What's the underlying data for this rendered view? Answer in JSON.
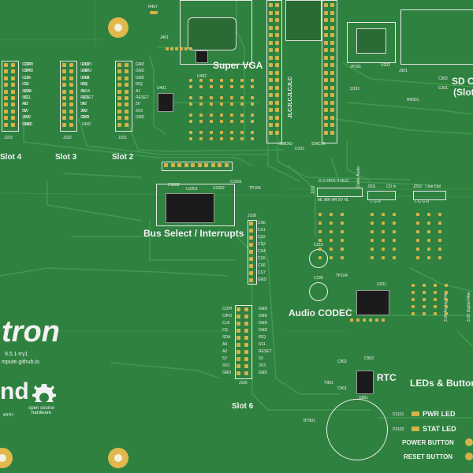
{
  "board": {
    "colors": {
      "substrate": "#2f8140",
      "trace": "#3f9a4f",
      "pad": "#d6b24a",
      "silk": "#f2f2f2"
    },
    "title_fragment": "tron",
    "version_text": "9.5.1-try1",
    "url_text": "mpute.github.io",
    "logo_fragment": "nd",
    "logo_sub": "WITH",
    "oshw_text": "open source\nhardware"
  },
  "sections": {
    "slot4": "Slot 4",
    "slot3": "Slot 3",
    "slot2": "Slot 2",
    "slot6": "Slot 6",
    "super_vga": "Super VGA",
    "sd_card": "SD C",
    "sd_slot": "(Slot",
    "bus_select": "Bus Select / Interrupts",
    "audio_codec": "Audio CODEC",
    "rtc": "RTC",
    "leds_buttons": "LEDs & Buttons",
    "pwr_led": "PWR LED",
    "stat_led": "STAT LED",
    "power_button": "POWER BUTTON",
    "reset_button": "RESET BUTTON"
  },
  "slot_pins_left": [
    "GND",
    "GND",
    "GND",
    "IRQ",
    "A1",
    "RESET",
    "5V",
    "3V3",
    "GND"
  ],
  "slot_pins_right": [
    "COPI",
    "CIPO",
    "CLK",
    "CS",
    "SDA",
    "SCL",
    "A2",
    "5V",
    "3V3",
    "GND"
  ],
  "slot6_pins_left": [
    "COPI",
    "CIPO",
    "CLK",
    "CS",
    "SDA",
    "A0",
    "A2",
    "5V",
    "3V3",
    "GND"
  ],
  "slot6_pins_right": [
    "GND",
    "GND",
    "GND",
    "GND",
    "IRQ",
    "SCL",
    "RESET",
    "5V",
    "3V3",
    "GND"
  ],
  "j108_pins": [
    "CS0",
    "CS1",
    "CS2",
    "CS3",
    "CS4",
    "CS5",
    "CS6",
    "CS7",
    "GND"
  ],
  "refs": {
    "j103": "J103",
    "j102": "J102",
    "j101": "J101",
    "j106": "J106",
    "j108": "J108",
    "j401": "J401",
    "u401": "U401",
    "u402": "U402",
    "u1001": "U1001",
    "u1002": "U1002",
    "u101": "U101",
    "u201": "U201",
    "u901": "U901",
    "u202": "U202",
    "j301": "J301",
    "jp101": "JP101",
    "q101": "Q101",
    "rn301": "RN301",
    "bt901": "BT901",
    "y901": "Y901",
    "tp105": "TP105",
    "tp104": "TP104",
    "r407": "R407",
    "c1002": "C1002",
    "c1001": "C1001",
    "c902": "C902",
    "c903": "C903",
    "c901": "C901",
    "c302": "C302",
    "c301": "C301",
    "d1101": "D1101",
    "d1102": "D1102",
    "j201": "J201",
    "j202": "J202",
    "j203": "J203",
    "c219": "C219",
    "c220": "C220",
    "swd": "SWDIO",
    "swclk": "SWCLK"
  },
  "jlc_text": "JLCJLCJLCJLC",
  "audio_headers": {
    "j202_label": "G  G  HRO  X  HLO",
    "j202_sub": "ML  MR  HR  5V  HL",
    "j202_cable": "Cable Audio",
    "j201_label": "CD  in",
    "j201_pins": "L  G  R",
    "j203_label": "Line Out",
    "j203_pins": "L  G  G  R"
  },
  "filters": {
    "analog": "3.3V Analog Filter",
    "digital": "3.3V Digital Filter"
  }
}
